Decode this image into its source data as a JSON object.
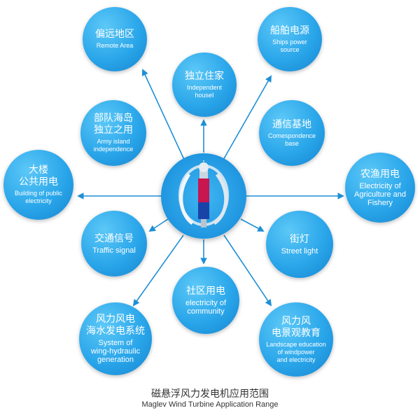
{
  "nodes": [
    {
      "id": "remote-area",
      "zh": "偏远地区",
      "en": "Remote Area"
    },
    {
      "id": "ships-power",
      "zh": "船舶电源",
      "en": "Ships power\nsource"
    },
    {
      "id": "independent-house",
      "zh": "独立住家",
      "en": "Independent\nhouseI"
    },
    {
      "id": "army-island",
      "zh": "部队海岛\n独立之用",
      "en": "Army island\nindependence"
    },
    {
      "id": "correspondence-base",
      "zh": "通信基地",
      "en": "Comespondence\nbase"
    },
    {
      "id": "public-building",
      "zh": "大楼\n公共用电",
      "en": "Building of public\nelectricity"
    },
    {
      "id": "agriculture-fishery",
      "zh": "农渔用电",
      "en": "Electricity of\nAgriculture and\nFishery"
    },
    {
      "id": "traffic-signal",
      "zh": "交通信号",
      "en": "Traffic signal"
    },
    {
      "id": "street-light",
      "zh": "街灯",
      "en": "Street light"
    },
    {
      "id": "community",
      "zh": "社区用电",
      "en": "electricity of\ncommunity"
    },
    {
      "id": "wind-hydraulic",
      "zh": "风力风电\n海水发电系统",
      "en": "System of\nwing-hydraulic\ngeneration"
    },
    {
      "id": "landscape-education",
      "zh": "风力风\n电景观教育",
      "en": "Landscape education\nof windpower\nand electricity"
    }
  ],
  "caption": {
    "zh": "磁悬浮风力发电机应用范围",
    "en": "Maglev Wind Turbine Application Range"
  },
  "colors": {
    "node": "#2aa6ea",
    "arrow": "#1e8fd6",
    "caption": "#333333"
  }
}
